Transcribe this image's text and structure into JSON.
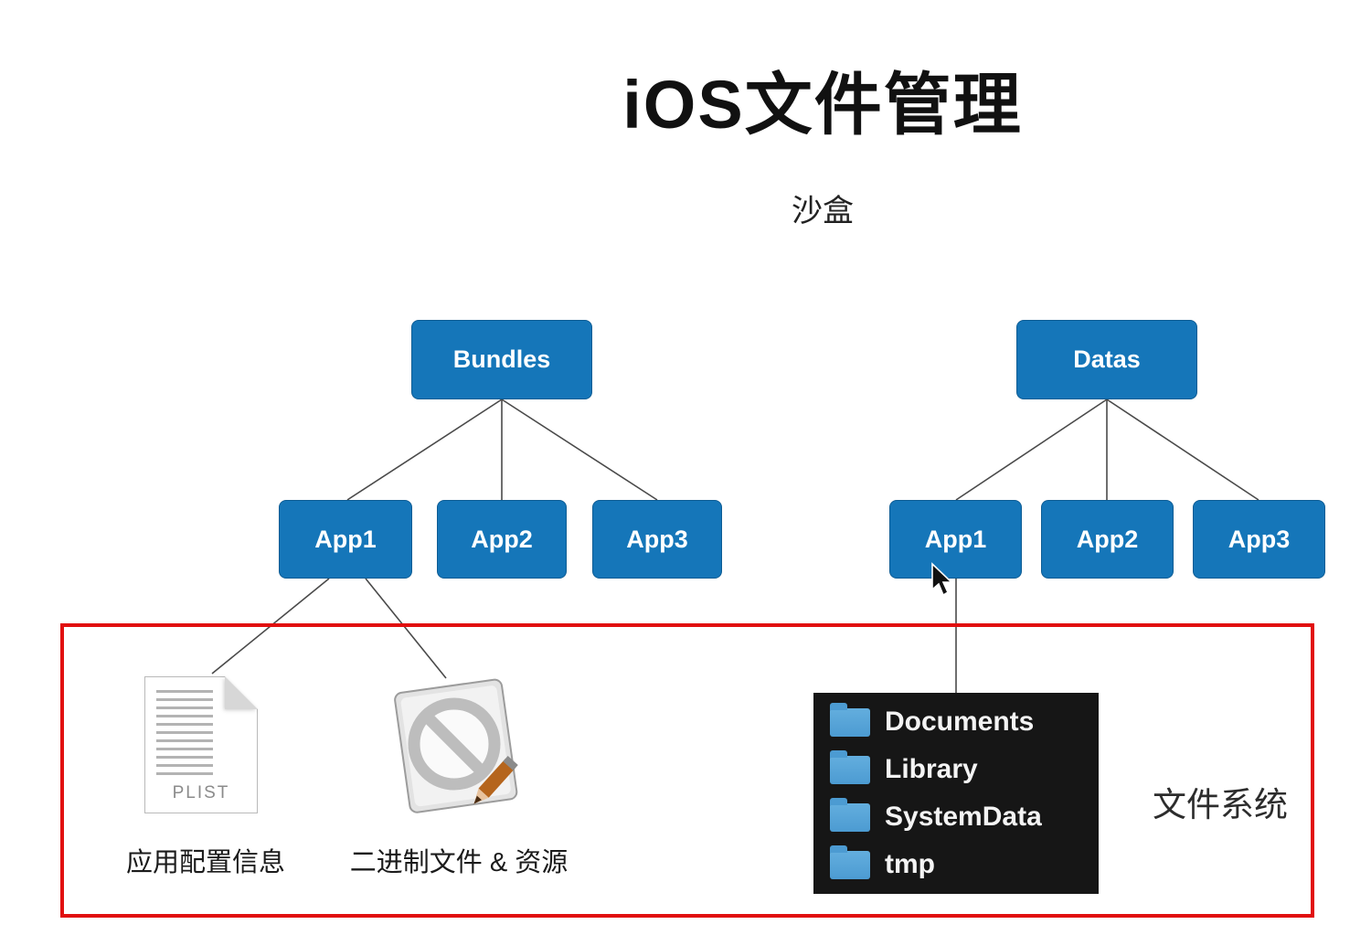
{
  "title": "iOS文件管理",
  "subtitle": "沙盒",
  "colors": {
    "node_blue": "#1576b9",
    "red_border": "#e10f0f",
    "dark_panel_bg": "#161616",
    "folder_blue": "#4c9bd2",
    "line_color": "#4a4a4a"
  },
  "trees": {
    "bundles": {
      "root": "Bundles",
      "children": [
        "App1",
        "App2",
        "App3"
      ]
    },
    "datas": {
      "root": "Datas",
      "children": [
        "App1",
        "App2",
        "App3"
      ]
    }
  },
  "file_section": {
    "plist_icon_text": "PLIST",
    "plist_caption": "应用配置信息",
    "binary_caption": "二进制文件 & 资源",
    "folders": [
      "Documents",
      "Library",
      "SystemData",
      "tmp"
    ],
    "section_label": "文件系统"
  },
  "icons": {
    "plist_icon": "plist-document-icon",
    "binary_icon": "prohibited-binary-resource-icon",
    "folder_icon": "folder-icon",
    "cursor": "mouse-pointer-icon"
  }
}
